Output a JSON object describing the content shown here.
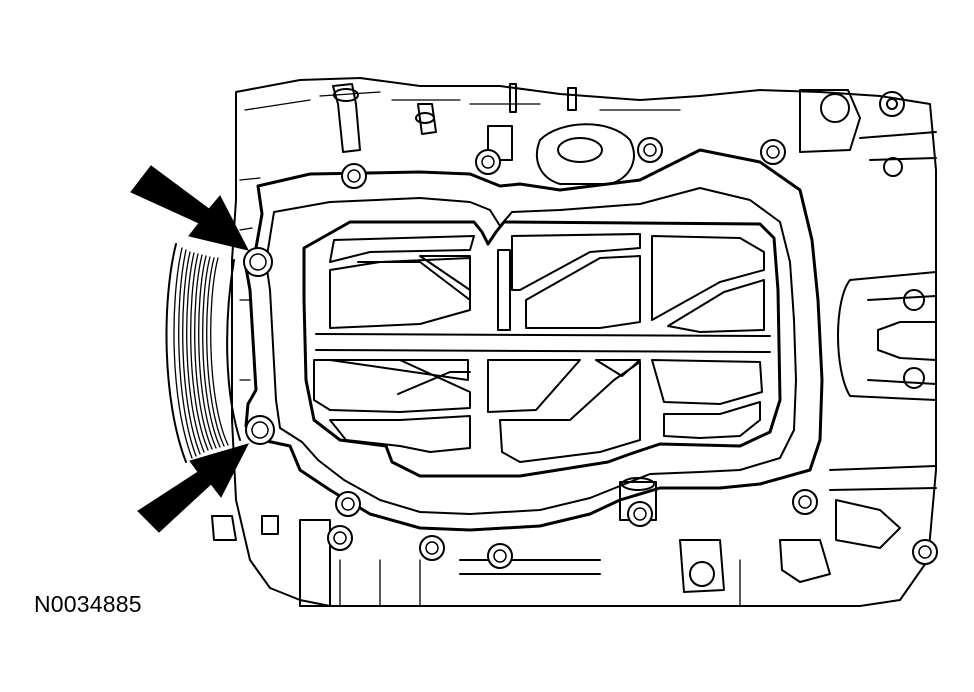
{
  "figure": {
    "id_label": "N0034885"
  },
  "callouts": [
    {
      "name": "upper-left-arrow",
      "points_to": "upper-front-bolt"
    },
    {
      "name": "lower-left-arrow",
      "points_to": "lower-front-bolt"
    }
  ],
  "colors": {
    "line": "#000000",
    "background": "#ffffff"
  }
}
